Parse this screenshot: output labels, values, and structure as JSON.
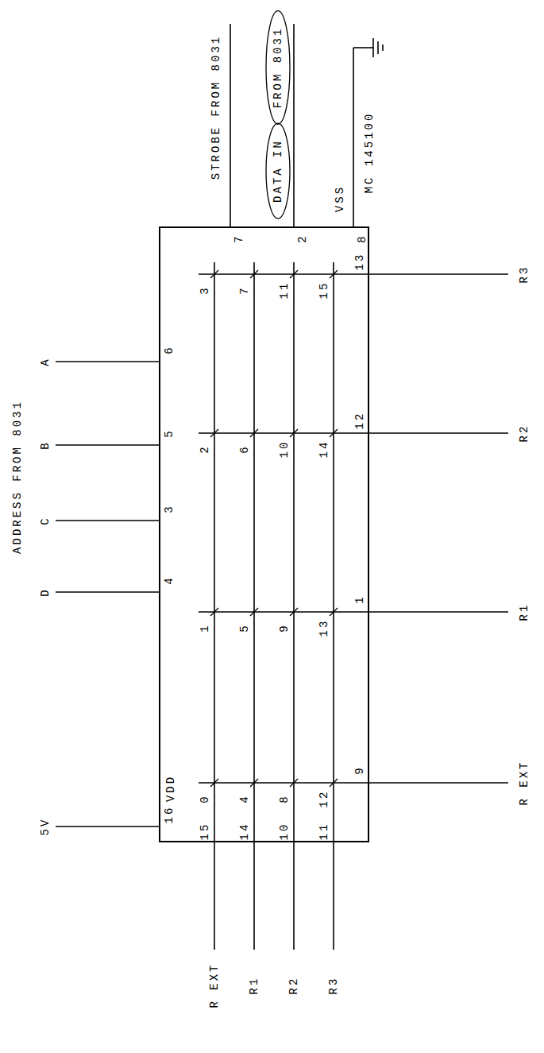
{
  "diagram": {
    "nodes": [
      {
        "text": [
          "VDD",
          "MC 145100"
        ]
      }
    ],
    "labels": [
      "ADDRESS FROM 8031",
      "A",
      "B",
      "C",
      "D",
      "5V",
      "STROBE FROM 8031",
      "DATA IN",
      "FROM 8031",
      "VSS",
      "16",
      "4",
      "3",
      "5",
      "6",
      "7",
      "2",
      "8",
      "15",
      "14",
      "10",
      "11",
      "9",
      "1",
      "12",
      "13",
      "0",
      "1",
      "2",
      "3",
      "4",
      "5",
      "6",
      "7",
      "8",
      "9",
      "10",
      "11",
      "12",
      "13",
      "14",
      "15",
      "R EXT",
      "R1",
      "R2",
      "R3",
      "R EXT",
      "R1",
      "R2",
      "R3"
    ]
  }
}
